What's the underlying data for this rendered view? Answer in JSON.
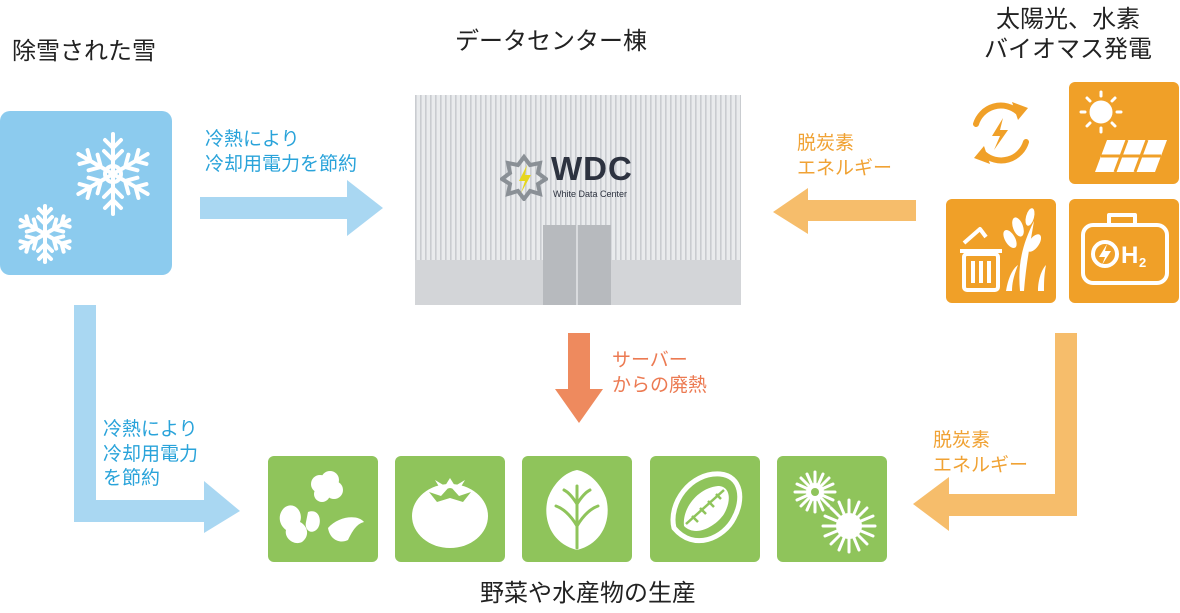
{
  "labels": {
    "snow_title": "除雪された雪",
    "dc_title": "データセンター棟",
    "energy_title": "太陽光、水素\nバイオマス発電",
    "cooling_top": "冷熱により\n冷却用電力を節約",
    "cooling_left": "冷熱により\n冷却用電力\nを節約",
    "decarb_top": "脱炭素\nエネルギー",
    "decarb_right": "脱炭素\nエネルギー",
    "waste_heat": "サーバー\nからの廃熱",
    "produce_title": "野菜や水産物の生産"
  },
  "building": {
    "logo_text": "WDC",
    "logo_sub": "White Data Center"
  },
  "colors": {
    "snow_box": "#8ccbee",
    "blue_arrow": "#a9d7f2",
    "orange_box": "#f0a028",
    "orange_arrow": "#f6bd6b",
    "red_arrow": "#ee8a5e",
    "green_box": "#8fc45b"
  },
  "icons": {
    "energy": [
      "renewable-cycle-icon",
      "solar-panel-icon",
      "biomass-icon",
      "hydrogen-generator-icon"
    ],
    "produce": [
      "vegetables-icon",
      "tomato-icon",
      "lettuce-icon",
      "abalone-icon",
      "sea-urchin-icon"
    ]
  }
}
